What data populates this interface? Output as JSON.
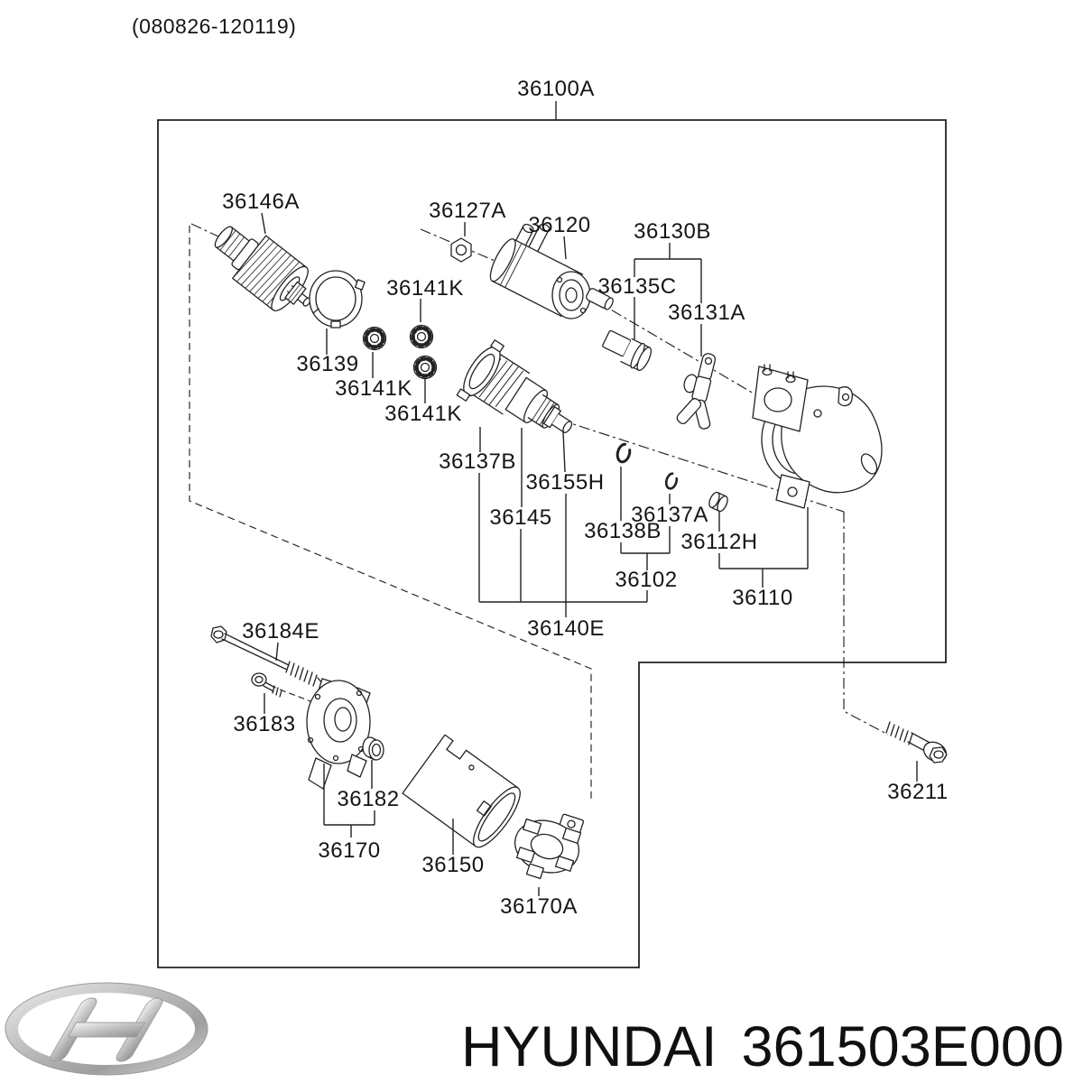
{
  "page": {
    "date_code": "(080826-120119)"
  },
  "brand": {
    "maker": "HYUNDAI",
    "part_number": "361503E000"
  },
  "colors": {
    "line": "#222222",
    "label_text": "#151515",
    "logo_silver": "#c4c4c4"
  },
  "part_labels": [
    {
      "code": "36100A"
    },
    {
      "code": "36146A"
    },
    {
      "code": "36127A"
    },
    {
      "code": "36120"
    },
    {
      "code": "36130B"
    },
    {
      "code": "36135C"
    },
    {
      "code": "36141K"
    },
    {
      "code": "36131A"
    },
    {
      "code": "36139"
    },
    {
      "code": "36141K"
    },
    {
      "code": "36141K"
    },
    {
      "code": "36137B"
    },
    {
      "code": "36155H"
    },
    {
      "code": "36137A"
    },
    {
      "code": "36145"
    },
    {
      "code": "36138B"
    },
    {
      "code": "36112H"
    },
    {
      "code": "36102"
    },
    {
      "code": "36110"
    },
    {
      "code": "36140E"
    },
    {
      "code": "36184E"
    },
    {
      "code": "36183"
    },
    {
      "code": "36182"
    },
    {
      "code": "36170"
    },
    {
      "code": "36150"
    },
    {
      "code": "36170A"
    },
    {
      "code": "36211"
    }
  ]
}
